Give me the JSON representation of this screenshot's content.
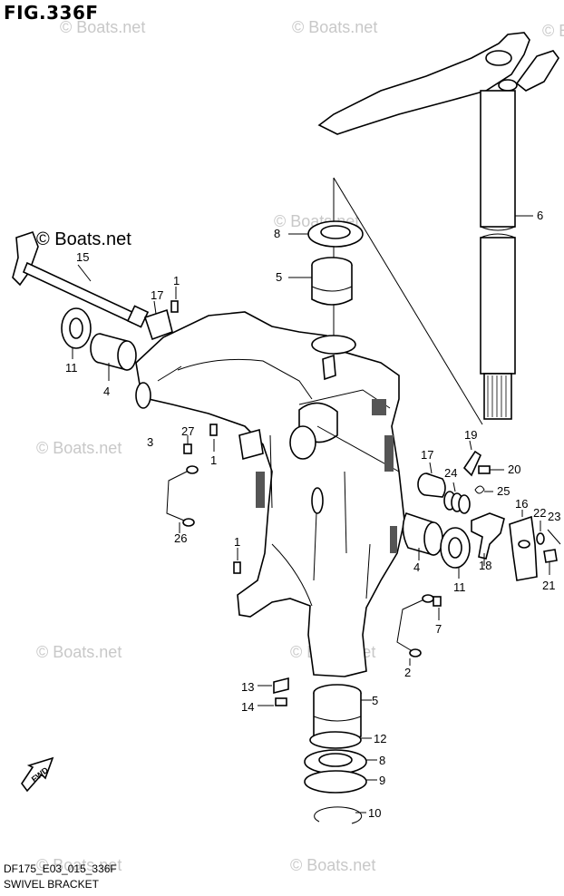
{
  "figure_title": "FIG.336F",
  "model_code": "DF175_E03_015_336F",
  "caption": "SWIVEL BRACKET",
  "watermark_text": "© Boats.net",
  "fwd_label": "FWD",
  "callouts": [
    "6",
    "8",
    "5",
    "15",
    "1",
    "17",
    "11",
    "4",
    "3",
    "27",
    "1",
    "26",
    "1",
    "19",
    "20",
    "17",
    "24",
    "25",
    "16",
    "22",
    "23",
    "4",
    "18",
    "11",
    "21",
    "7",
    "2",
    "13",
    "5",
    "14",
    "12",
    "8",
    "9",
    "10"
  ]
}
